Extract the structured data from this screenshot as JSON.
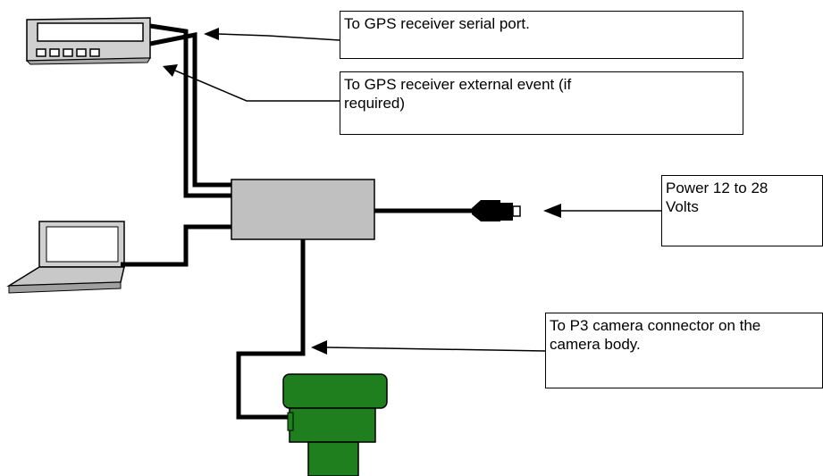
{
  "callouts": {
    "serial": "To GPS receiver serial port.",
    "event": "To GPS receiver external event (if required)",
    "power": "Power 12 to 28 Volts",
    "camera": "To P3 camera connector on the camera body."
  },
  "colors": {
    "cable": "#000000",
    "box_fill": "#c0c0c0",
    "camera_green": "#1f7f1f",
    "device_fill": "#d0d0d0",
    "laptop_fill": "#c8c8c8"
  },
  "icons": [
    "gps-receiver-icon",
    "laptop-icon",
    "interface-box",
    "power-connector-icon",
    "camera-icon"
  ]
}
